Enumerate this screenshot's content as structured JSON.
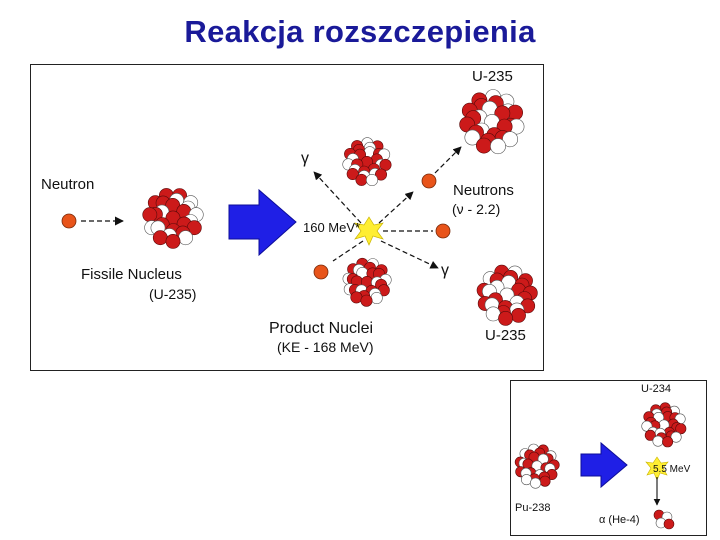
{
  "title": "Reakcja rozszczepienia",
  "main": {
    "neutron": "Neutron",
    "fissile_nucleus": "Fissile Nucleus",
    "fissile_sub": "(U-235)",
    "energy": "160 MeV*",
    "gamma_top": "γ",
    "gamma_bottom": "γ",
    "neutrons": "Neutrons",
    "neutrons_sub": "(ν - 2.2)",
    "u235_top": "U-235",
    "u235_bottom": "U-235",
    "product_nuclei": "Product Nuclei",
    "product_sub": "(KE - 168 MeV)"
  },
  "side": {
    "u234": "U-234",
    "energy": "5.5 MeV",
    "pu238": "Pu-238",
    "alpha": "α (He-4)"
  },
  "colors": {
    "title": "#1a1a99",
    "arrow": "#1f1fe6",
    "proton": "#cc1a1a",
    "neutron_ball": "#ffffff",
    "free_neutron": "#e8541a",
    "flash": "#ffee33"
  }
}
